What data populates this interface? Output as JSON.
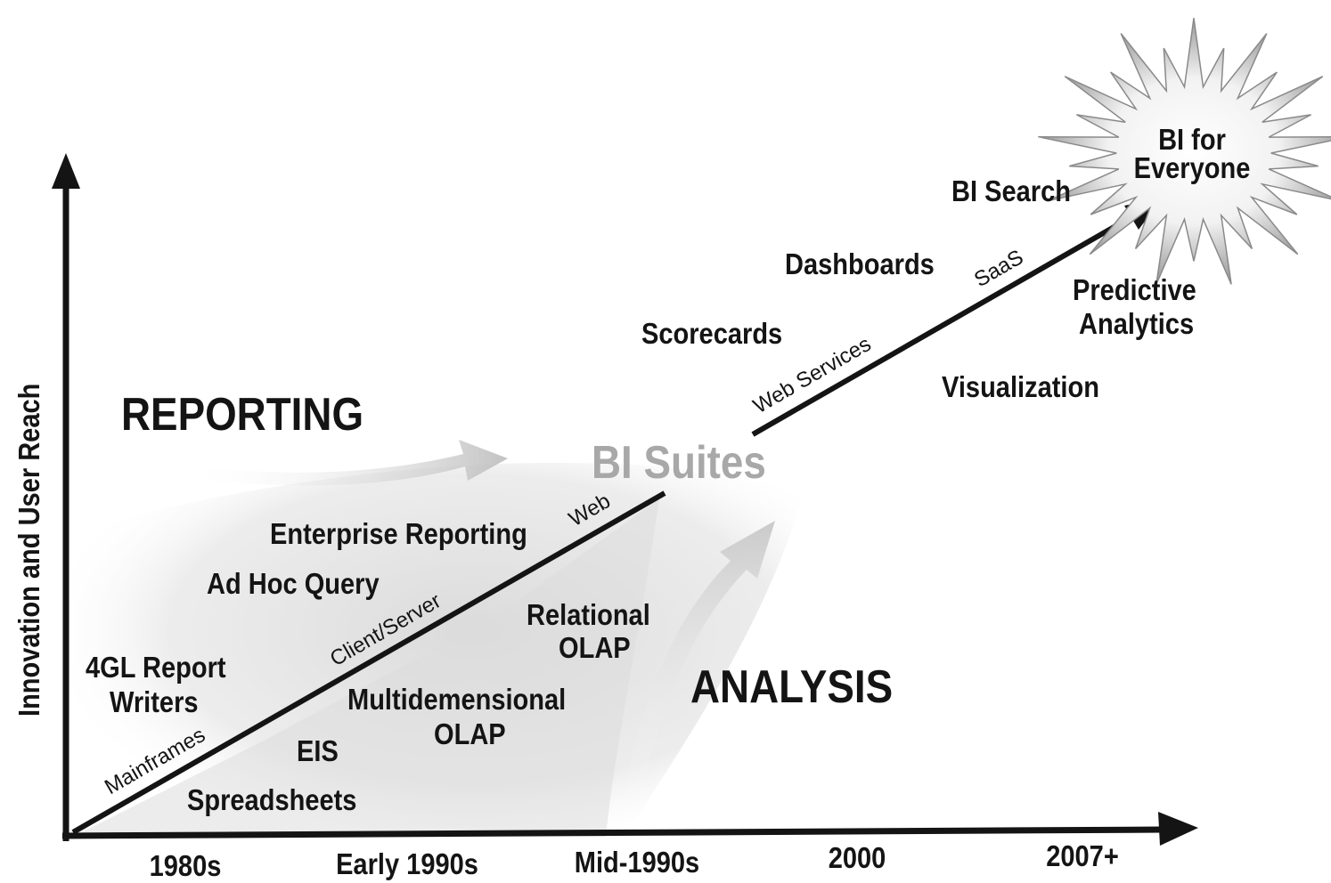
{
  "axes": {
    "y_label": "Innovation and User Reach",
    "x_ticks": [
      "1980s",
      "Early 1990s",
      "Mid-1990s",
      "2000",
      "2007+"
    ]
  },
  "regions": {
    "reporting": "REPORTING",
    "analysis": "ANALYSIS",
    "bi_suites": "BI Suites"
  },
  "reporting_items": {
    "report_writers": [
      "4GL Report",
      "Writers"
    ],
    "ad_hoc": "Ad Hoc Query",
    "enterprise": "Enterprise Reporting"
  },
  "analysis_items": {
    "spreadsheets": "Spreadsheets",
    "eis": "EIS",
    "molap": [
      "Multidemensional",
      "OLAP"
    ],
    "rolap": [
      "Relational",
      "OLAP"
    ]
  },
  "trend_labels": {
    "mainframes": "Mainframes",
    "client_server": "Client/Server",
    "web": "Web",
    "web_services": "Web Services",
    "saas": "SaaS"
  },
  "future_items": {
    "scorecards": "Scorecards",
    "dashboards": "Dashboards",
    "bi_search": "BI Search",
    "predictive": [
      "Predictive",
      "Analytics"
    ],
    "visualization": "Visualization"
  },
  "starburst": {
    "lines": [
      "BI for",
      "Everyone"
    ]
  },
  "colors": {
    "ink": "#141414",
    "faded": "#a8a8a8",
    "shading": "#d9d9d9"
  }
}
